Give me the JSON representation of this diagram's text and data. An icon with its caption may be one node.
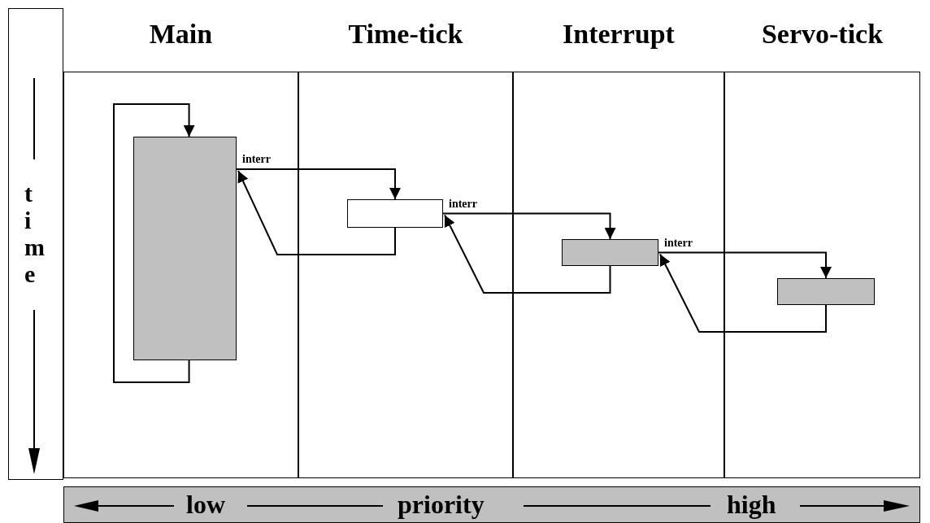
{
  "diagram": {
    "nodes": [
      {
        "text": [
          "time"
        ]
      },
      {
        "text": [
          "Main"
        ]
      },
      {
        "text": [
          "Time-tick"
        ]
      },
      {
        "text": [
          "Interrupt"
        ]
      },
      {
        "text": [
          "Servo-tick"
        ]
      },
      {
        "text": [],
        "shape": "box",
        "in": 1
      },
      {
        "text": [],
        "shape": "box",
        "in": 2
      },
      {
        "text": [],
        "shape": "box",
        "in": 3
      },
      {
        "text": [],
        "shape": "box",
        "in": 4
      },
      {
        "text": [
          "low",
          "priority",
          "high"
        ]
      }
    ],
    "edges": [
      {
        "from": 5,
        "to": 5,
        "arrow": "to"
      },
      {
        "from": 5,
        "to": 6,
        "arrow": "to",
        "label": "interr"
      },
      {
        "from": 6,
        "to": 5,
        "arrow": "to"
      },
      {
        "from": 6,
        "to": 7,
        "arrow": "to",
        "label": "interr"
      },
      {
        "from": 7,
        "to": 6,
        "arrow": "to"
      },
      {
        "from": 7,
        "to": 8,
        "arrow": "to",
        "label": "interr"
      },
      {
        "from": 8,
        "to": 7,
        "arrow": "to"
      }
    ]
  }
}
